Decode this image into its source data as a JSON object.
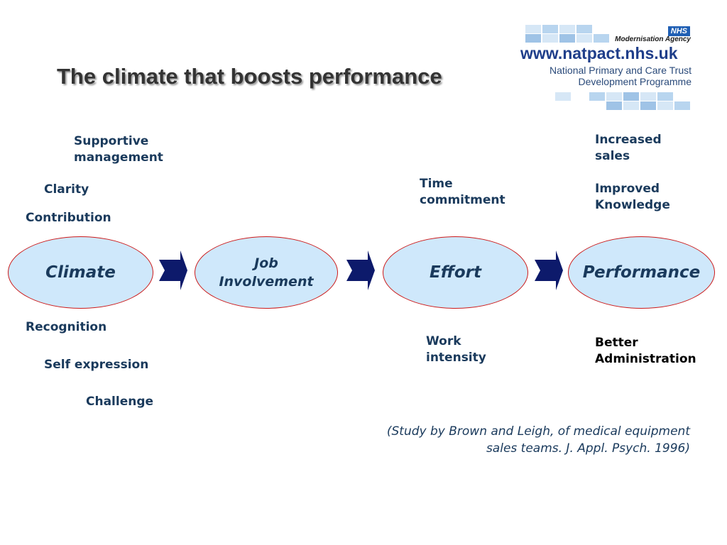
{
  "title": "The climate that boosts performance",
  "logo": {
    "nhs": "NHS",
    "agency": "Modernisation Agency",
    "url": "www.natpact.nhs.uk",
    "line1": "National Primary and Care Trust",
    "line2": "Development Programme",
    "colors": {
      "url": "#1f3e8a",
      "squares_dark": "#9fc3e6",
      "squares_light": "#d6e7f6"
    }
  },
  "nodes": {
    "climate": "Climate",
    "job_line1": "Job",
    "job_line2": "Involvement",
    "effort": "Effort",
    "performance": "Performance"
  },
  "climate_factors": {
    "supportive_line1": "Supportive",
    "supportive_line2": "management",
    "clarity": "Clarity",
    "contribution": "Contribution",
    "recognition": "Recognition",
    "self_expression": "Self expression",
    "challenge": "Challenge"
  },
  "effort_factors": {
    "time_line1": "Time",
    "time_line2": "commitment",
    "work_line1": "Work",
    "work_line2": "intensity"
  },
  "outcomes": {
    "sales_line1": "Increased",
    "sales_line2": "sales",
    "knowledge_line1": "Improved",
    "knowledge_line2": "Knowledge",
    "admin_line1": "Better",
    "admin_line2": "Administration"
  },
  "citation": {
    "line1": "(Study by Brown and Leigh, of medical equipment",
    "line2": "sales teams. J. Appl. Psych. 1996)"
  },
  "colors": {
    "ellipse_fill": "#cfe8fb",
    "ellipse_border": "#cc1a1a",
    "arrow": "#0d1a6b",
    "text": "#1a3a5c"
  }
}
